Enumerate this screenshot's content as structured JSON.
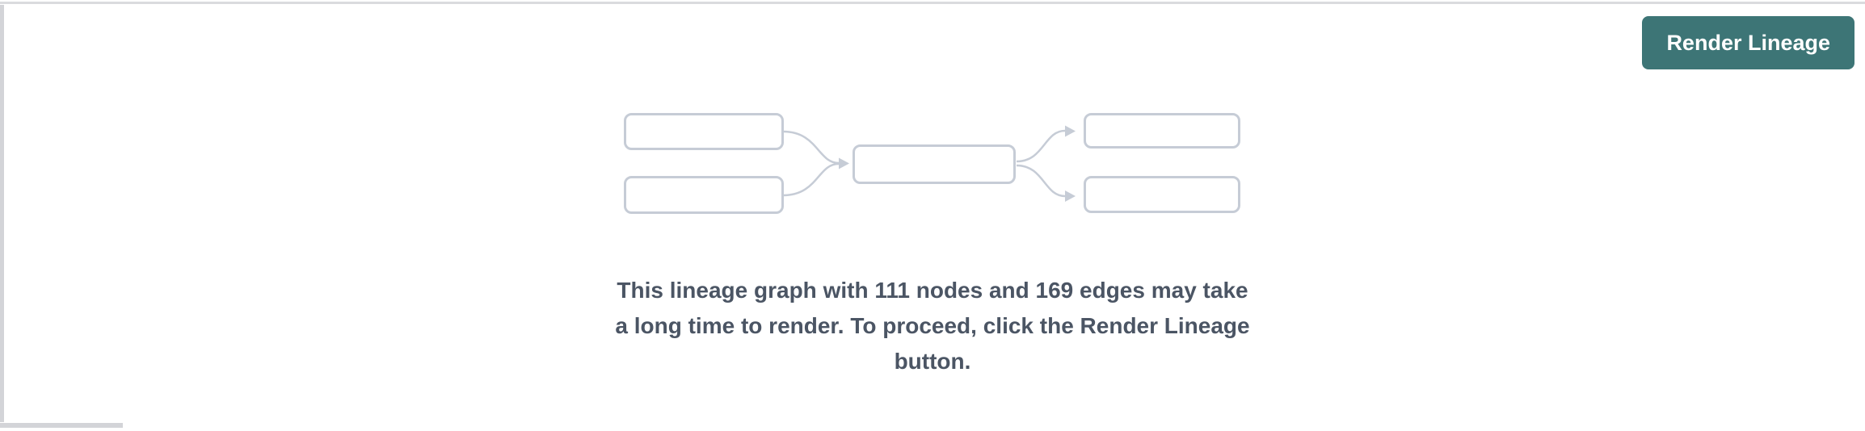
{
  "panel": {
    "background": "#ffffff",
    "top_border_color": "#dadbde",
    "scrollbar_color": "#d3d4d8"
  },
  "toolbar": {
    "render_button": {
      "label": "Render Lineage",
      "background": "#3d7576",
      "text_color": "#ffffff"
    }
  },
  "placeholder": {
    "diagram": {
      "description": "preview graph of 5 empty nodes: 2 sources converging into 1 middle node fanning out to 2 targets",
      "node_count": 5,
      "edge_count": 4,
      "node_border_color": "#c6ccd6",
      "edge_color": "#c6ccd6"
    },
    "warning": {
      "message": "This lineage graph with 111 nodes and 169 edges may take a long time to render. To proceed, click the Render Lineage button.",
      "lines": [
        "This lineage graph with 111 nodes and 169 edges may take",
        "a long time to render. To proceed, click the Render Lineage",
        "button."
      ],
      "node_count": "111",
      "edge_count": "169",
      "text_color": "#4b5564"
    }
  }
}
